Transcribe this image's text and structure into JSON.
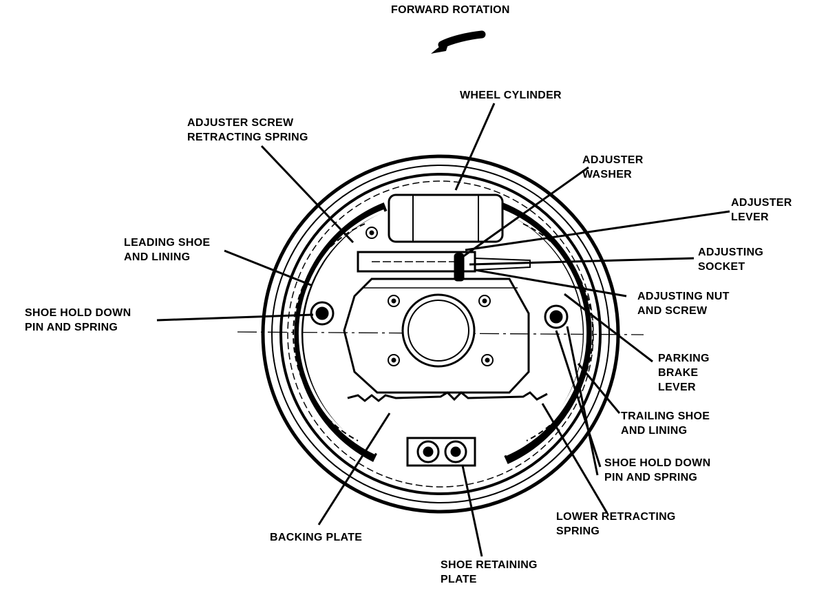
{
  "direction": {
    "label": "FORWARD ROTATION"
  },
  "labels": {
    "wheel_cylinder": [
      "WHEEL CYLINDER"
    ],
    "adjuster_screw_spring": [
      "ADJUSTER SCREW",
      "RETRACTING SPRING"
    ],
    "adjuster_washer": [
      "ADJUSTER",
      "WASHER"
    ],
    "adjuster_lever": [
      "ADJUSTER",
      "LEVER"
    ],
    "leading_shoe": [
      "LEADING SHOE",
      "AND LINING"
    ],
    "adjusting_socket": [
      "ADJUSTING",
      "SOCKET"
    ],
    "adjusting_nut": [
      "ADJUSTING NUT",
      "AND SCREW"
    ],
    "hold_down_left": [
      "SHOE HOLD DOWN",
      "PIN AND SPRING"
    ],
    "parking_brake_lever": [
      "PARKING",
      "BRAKE",
      "LEVER"
    ],
    "trailing_shoe": [
      "TRAILING SHOE",
      "AND LINING"
    ],
    "hold_down_right": [
      "SHOE HOLD DOWN",
      "PIN AND SPRING"
    ],
    "lower_retracting_spring": [
      "LOWER RETRACTING",
      "SPRING"
    ],
    "backing_plate": [
      "BACKING PLATE"
    ],
    "shoe_retaining_plate": [
      "SHOE RETAINING",
      "PLATE"
    ]
  }
}
